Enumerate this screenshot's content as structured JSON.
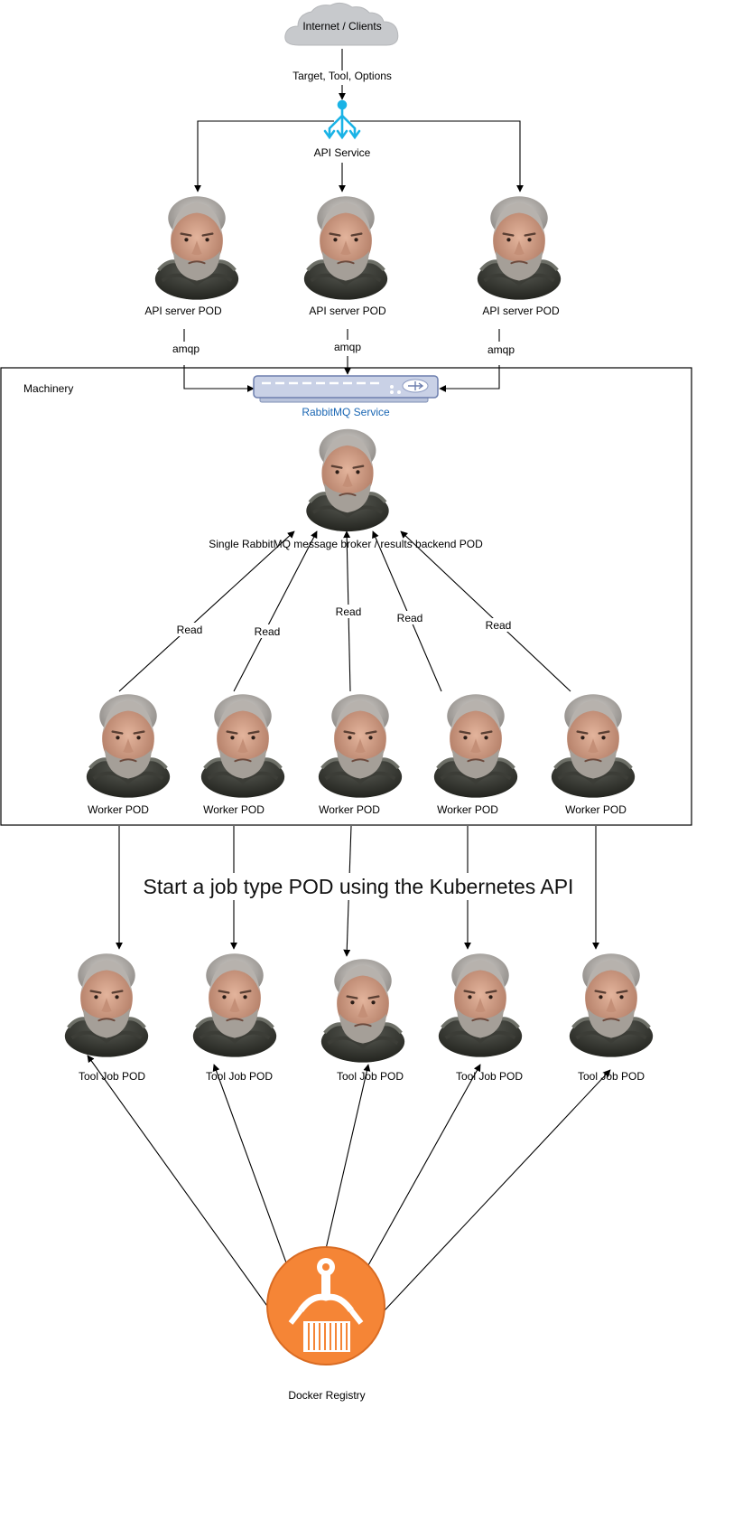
{
  "cloud": {
    "label": "Internet / Clients"
  },
  "edge_labels": {
    "request": "Target, Tool, Options",
    "amqp": "amqp",
    "read": "Read"
  },
  "api_service": {
    "label": "API Service"
  },
  "api_pods": [
    {
      "label": "API server POD"
    },
    {
      "label": "API server POD"
    },
    {
      "label": "API server POD"
    }
  ],
  "machinery": {
    "label": "Machinery",
    "rabbitmq_service": {
      "label": "RabbitMQ Service"
    },
    "broker_pod": {
      "label": "Single RabbitMQ message broker / results backend POD"
    },
    "worker_pods": [
      {
        "label": "Worker POD"
      },
      {
        "label": "Worker POD"
      },
      {
        "label": "Worker POD"
      },
      {
        "label": "Worker POD"
      },
      {
        "label": "Worker POD"
      }
    ]
  },
  "job_note": {
    "text": "Start a job type POD using the Kubernetes API"
  },
  "tool_pods": [
    {
      "label": "Tool Job POD"
    },
    {
      "label": "Tool Job POD"
    },
    {
      "label": "Tool Job POD"
    },
    {
      "label": "Tool Job POD"
    },
    {
      "label": "Tool Job POD"
    }
  ],
  "docker_registry": {
    "label": "Docker Registry"
  },
  "colors": {
    "api_service_icon": "#1ab3e6",
    "rabbitmq_text": "#1a66b3",
    "registry": "#f58536",
    "cloud": "#c7c9cc"
  },
  "icons": {
    "pod": "face-avatar-icon",
    "cloud": "cloud-icon",
    "api_service": "load-balancer-icon",
    "rabbitmq": "network-switch-icon",
    "registry": "container-registry-icon"
  }
}
